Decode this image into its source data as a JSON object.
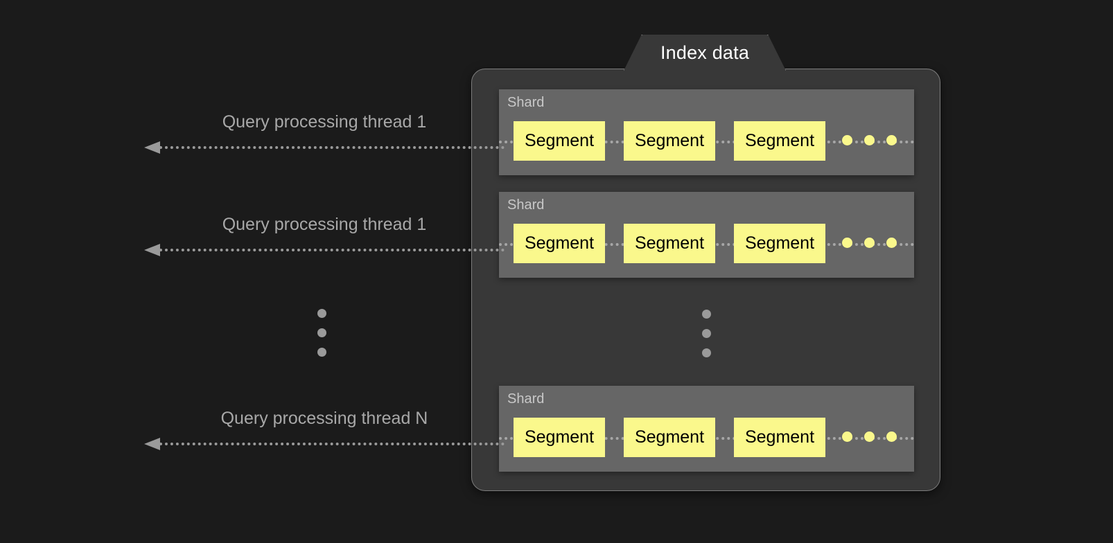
{
  "diagram": {
    "title": "Index data",
    "background_color": "#1b1b1b",
    "panel_color": "#383838",
    "shard_color": "#666666",
    "segment_color": "#faf88c",
    "text_color": "#a8a8a8"
  },
  "index_panel": {
    "tab_label": "Index data",
    "shards": [
      {
        "label": "Shard",
        "segments": [
          "Segment",
          "Segment",
          "Segment"
        ],
        "more_dots": 3
      },
      {
        "label": "Shard",
        "segments": [
          "Segment",
          "Segment",
          "Segment"
        ],
        "more_dots": 3
      },
      {
        "label": "Shard",
        "segments": [
          "Segment",
          "Segment",
          "Segment"
        ],
        "more_dots": 3
      }
    ],
    "vertical_ellipsis_dots": 3
  },
  "threads": [
    {
      "label": "Query processing thread 1"
    },
    {
      "label": "Query processing thread 1"
    },
    {
      "label": "Query processing thread N"
    }
  ],
  "left_vertical_ellipsis_dots": 3
}
